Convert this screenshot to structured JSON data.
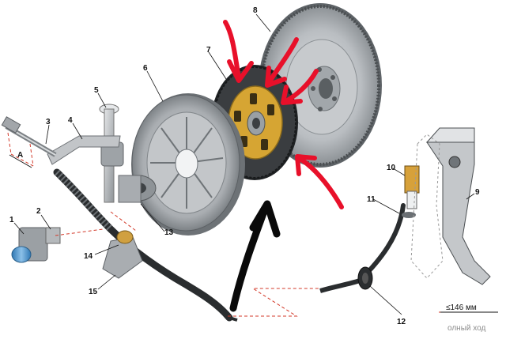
{
  "labels": {
    "l1": "1",
    "l2": "2",
    "l3": "3",
    "l4": "4",
    "l5": "5",
    "l6": "6",
    "l7": "7",
    "l8": "8",
    "l9": "9",
    "l10": "10",
    "l11": "11",
    "l12": "12",
    "l13": "13",
    "l14": "14",
    "l15": "15"
  },
  "dimensions": {
    "a_label": "A",
    "pedal_travel": "≤146 мм",
    "pedal_caption": "олный ход"
  },
  "colors": {
    "metal": "#b9bcc0",
    "metal_dark": "#6f7478",
    "friction": "#2c2f31",
    "disc_center": "#d6a533",
    "accent_red": "#e8102a",
    "arrow_black": "#0a0a0a",
    "leader_red": "#d33a2a",
    "bearing_blue": "#4a8fc8"
  },
  "icons": [
    "red-arrow-icon",
    "black-arrow-icon"
  ]
}
